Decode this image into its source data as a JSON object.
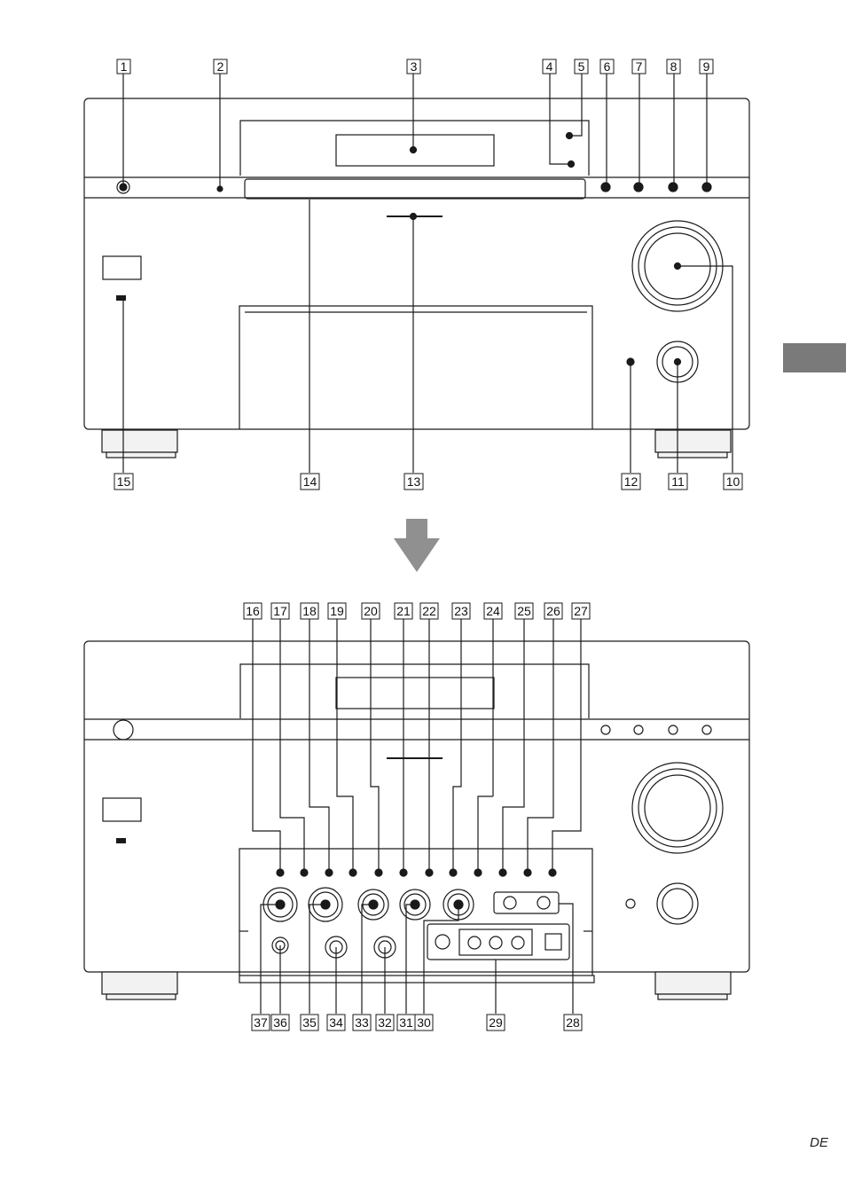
{
  "page_tag": "DE",
  "colors": {
    "line": "#1a1a1a",
    "panel_fill": "#ffffff",
    "foot_fill": "#f2f2f2",
    "arrow": "#909090",
    "side_tab": "#7a7a7a"
  },
  "top_callouts": [
    "1",
    "2",
    "3",
    "4",
    "5",
    "6",
    "7",
    "8",
    "9",
    "10",
    "11",
    "12",
    "13",
    "14",
    "15"
  ],
  "bottom_callouts": [
    "16",
    "17",
    "18",
    "19",
    "20",
    "21",
    "22",
    "23",
    "24",
    "25",
    "26",
    "27",
    "28",
    "29",
    "30",
    "31",
    "32",
    "33",
    "34",
    "35",
    "36",
    "37"
  ]
}
